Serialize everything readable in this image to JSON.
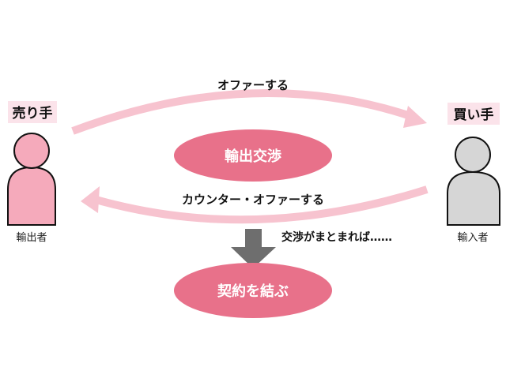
{
  "seller": {
    "label": "売り手",
    "role": "輸出者"
  },
  "buyer": {
    "label": "買い手",
    "role": "輸入者"
  },
  "offer_label": "オファーする",
  "counter_offer_label": "カウンター・オファーする",
  "negotiation_label": "輸出交渉",
  "condition_label": "交渉がまとまれば……",
  "contract_label": "契約を結ぶ",
  "colors": {
    "pink": "#e8718a",
    "light_pink": "#f7c3cf",
    "label_bg": "#fbe3ea",
    "gray": "#6e6e6e",
    "buyer_fill": "#d6d6d6",
    "seller_fill": "#f5aabb"
  }
}
